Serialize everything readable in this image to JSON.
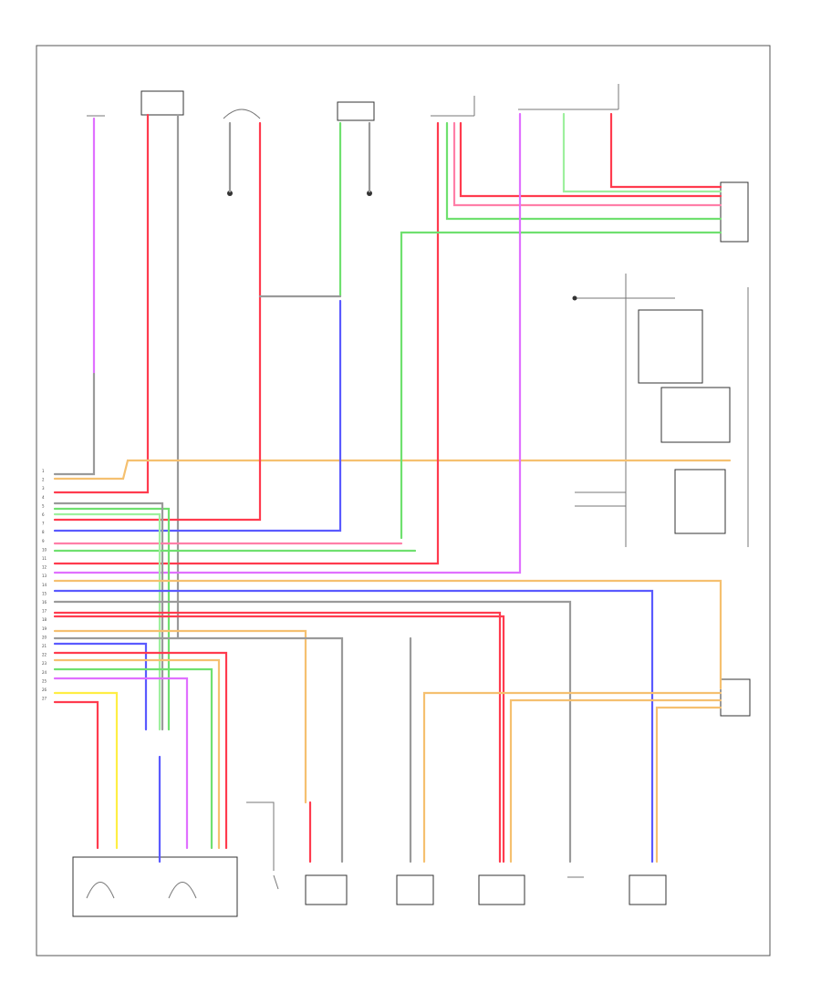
{
  "colors": {
    "red": "#ff3b4e",
    "pink": "#ff7fa8",
    "green": "#6fe06f",
    "blue": "#5a5aff",
    "yellow": "#ffee44",
    "orange": "#f5c070",
    "violet": "#e070ff",
    "gray": "#9a9a9a",
    "lightgreen": "#9ef09e"
  },
  "connectors": {
    "left_pins": [
      "1",
      "2",
      "3",
      "4",
      "5",
      "6",
      "7",
      "8",
      "9",
      "10",
      "11",
      "12",
      "13",
      "14",
      "15",
      "16",
      "17",
      "18",
      "19",
      "20",
      "21",
      "22",
      "23",
      "24",
      "25",
      "26",
      "27"
    ]
  }
}
